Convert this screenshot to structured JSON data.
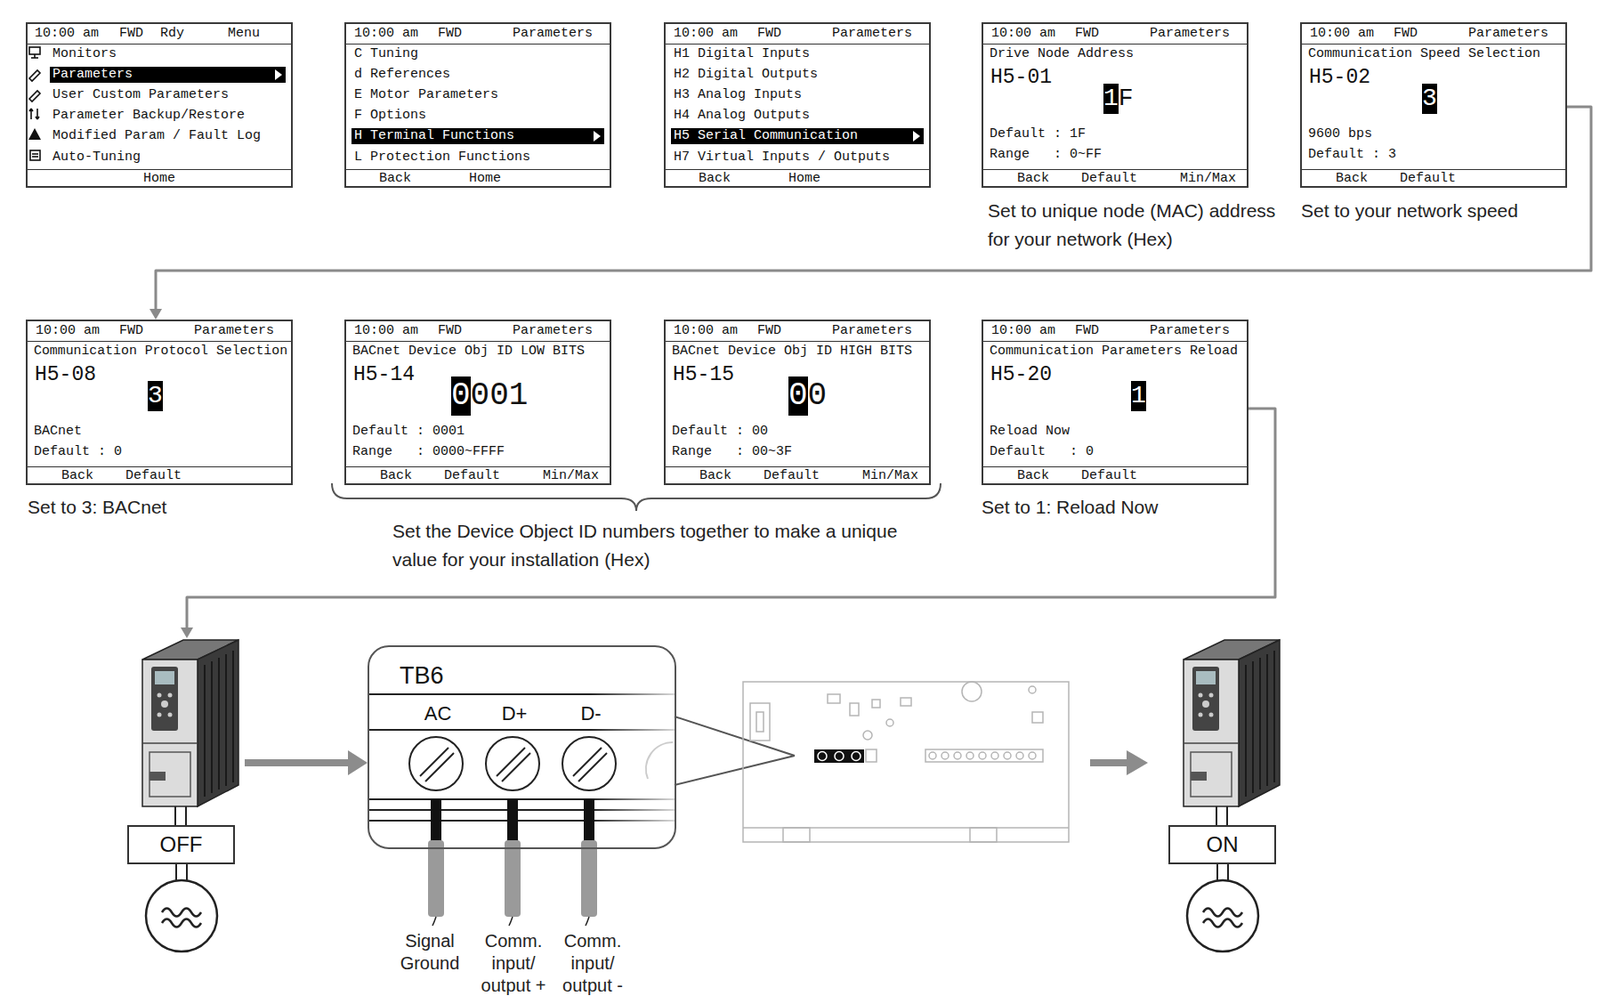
{
  "diagram": {
    "nodes": [
      {
        "text": [
          "10:00 am",
          "FWD",
          "Rdy",
          "Menu",
          "Monitors",
          "Parameters",
          "User Custom Parameters",
          "Parameter Backup/Restore",
          "Modified Param / Fault Log",
          "Auto-Tuning",
          "Home"
        ]
      },
      {
        "text": [
          "10:00 am",
          "FWD",
          "Parameters",
          "C Tuning",
          "d References",
          "E Motor Parameters",
          "F Options",
          "H Terminal Functions",
          "L Protection Functions",
          "Back",
          "Home"
        ]
      },
      {
        "text": [
          "10:00 am",
          "FWD",
          "Parameters",
          "H1 Digital Inputs",
          "H2 Digital Outputs",
          "H3 Analog Inputs",
          "H4 Analog Outputs",
          "H5 Serial Communication",
          "H7 Virtual Inputs / Outputs",
          "Back",
          "Home"
        ]
      },
      {
        "text": [
          "10:00 am",
          "FWD",
          "Parameters",
          "Drive Node Address",
          "H5-01",
          "1",
          "F",
          "Default : 1F",
          "Range   : 0~FF",
          "Back",
          "Default",
          "Min/Max"
        ]
      },
      {
        "text": [
          "10:00 am",
          "FWD",
          "Parameters",
          "Communication Speed Selection",
          "H5-02",
          "3",
          "9600 bps",
          "Default : 3",
          "Back",
          "Default"
        ]
      },
      {
        "text": [
          "10:00 am",
          "FWD",
          "Parameters",
          "Communication Protocol Selection",
          "H5-08",
          "3",
          "BACnet",
          "Default : 0",
          "Back",
          "Default"
        ]
      },
      {
        "text": [
          "10:00 am",
          "FWD",
          "Parameters",
          "BACnet Device Obj ID LOW BITS",
          "H5-14",
          "0",
          "001",
          "Default : 0001",
          "Range   : 0000~FFFF",
          "Back",
          "Default",
          "Min/Max"
        ]
      },
      {
        "text": [
          "10:00 am",
          "FWD",
          "Parameters",
          "BACnet Device Obj ID HIGH BITS",
          "H5-15",
          "0",
          "0",
          "Default : 00",
          "Range   : 00~3F",
          "Back",
          "Default",
          "Min/Max"
        ]
      },
      {
        "text": [
          "10:00 am",
          "FWD",
          "Parameters",
          "Communication Parameters Reload",
          "H5-20",
          "1",
          "Reload Now",
          "Default   : 0",
          "Back",
          "Default"
        ]
      },
      {
        "text": [
          "OFF"
        ]
      },
      {
        "text": [
          "TB6",
          "AC",
          "D+",
          "D-"
        ]
      },
      {
        "text": [
          "ON"
        ]
      }
    ],
    "edges": [
      {
        "from": 4,
        "to": 5,
        "arrow": "to"
      },
      {
        "from": 8,
        "to": 9,
        "arrow": "to"
      },
      {
        "from": 9,
        "to": 10,
        "arrow": "to"
      }
    ],
    "labels": [
      "Set to unique node (MAC) address for your network (Hex)",
      "Set to your network speed",
      "Set to 3: BACnet",
      "Set the Device Object ID numbers together to make a unique value for your installation (Hex)",
      "Set to 1: Reload Now",
      "Signal Ground",
      "Comm. input/ output +",
      "Comm. input/ output -"
    ]
  }
}
